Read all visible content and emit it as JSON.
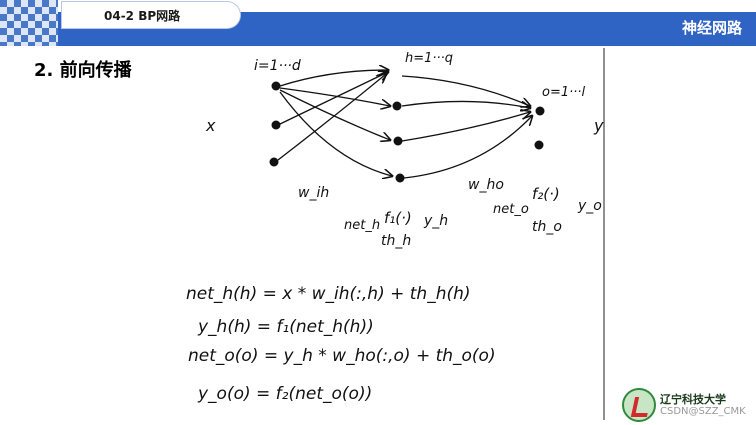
{
  "header": {
    "tab_title": "04-2 BP网路",
    "course_title": "神经网路"
  },
  "section_heading": "2. 前向传播",
  "diagram": {
    "input_range": "i=1···d",
    "hidden_range": "h=1···q",
    "output_range": "o=1···l",
    "input_symbol": "x",
    "output_symbol": "y",
    "weight_ih": "w_ih",
    "weight_ho": "w_ho",
    "net_h": "net_h",
    "f1": "f₁(·)",
    "y_h": "y_h",
    "th_h": "th_h",
    "net_o": "net_o",
    "f2": "f₂(·)",
    "y_o": "y_o",
    "th_o": "th_o"
  },
  "equations": [
    "net_h(h) = x * w_ih(:,h) + th_h(h)",
    "y_h(h) = f₁(net_h(h))",
    "net_o(o) = y_h * w_ho(:,o) + th_o(o)",
    "y_o(o) = f₂(net_o(o))"
  ],
  "university": "辽宁科技大学",
  "watermark": "CSDN@SZZ_CMK"
}
